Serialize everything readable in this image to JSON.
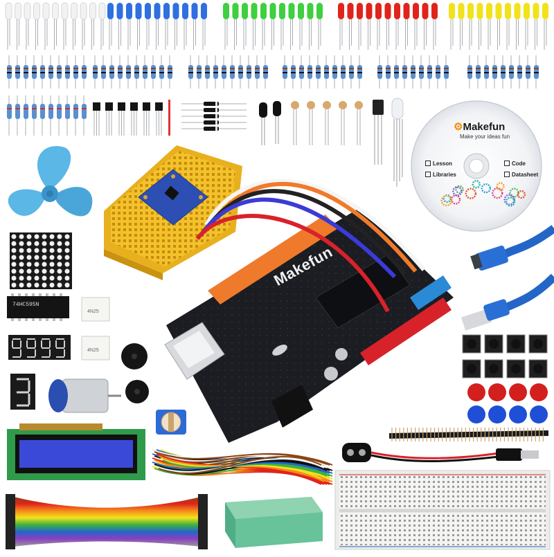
{
  "image": {
    "brand_name": "Makefun",
    "cd": {
      "tagline": "Make your ideas fun",
      "options": [
        "Lesson",
        "Code",
        "Libraries",
        "Datasheet"
      ]
    },
    "board_label": "Makefun",
    "led_colors": [
      "#f2f2f2",
      "#2f6fe0",
      "#3fcf3f",
      "#e0241c",
      "#f2e21c"
    ],
    "breadboard_color": "#f3c22b",
    "fan_color": "#5ab7e6",
    "usb_cable_color": "#2466c8",
    "components": [
      "white-leds",
      "blue-leds",
      "green-leds",
      "red-leds",
      "yellow-leds",
      "resistors",
      "transistors",
      "diodes",
      "ir-receivers",
      "photoresistors",
      "rgb-led",
      "cd-disc",
      "fan-blade",
      "mini-breadboard",
      "sensor-module",
      "dot-matrix",
      "ic-chips",
      "optocouplers",
      "buzzers",
      "4-digit-display",
      "single-digit-display",
      "dc-motor",
      "potentiometer",
      "lcd-1602",
      "jumper-wires",
      "rainbow-ribbon-cable",
      "component-box",
      "microcontroller-board",
      "usb-cable",
      "battery-snap",
      "pin-header",
      "push-buttons",
      "button-caps",
      "large-breadboard"
    ]
  }
}
